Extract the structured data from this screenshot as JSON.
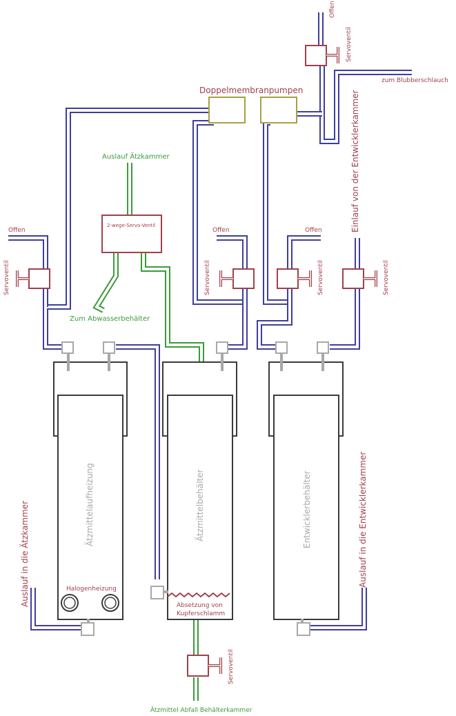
{
  "colors": {
    "pipe_blue": "#3d3d9e",
    "pipe_green": "#3a9a3a",
    "valve_red": "#a0404a",
    "pump_olive": "#a8a040",
    "tank_dark": "#3a3a3a",
    "fitting_grey": "#a8a8a8"
  },
  "labels": {
    "offen_top": "Offen",
    "servoventil_top": "Servoventil",
    "zum_blubberschlauch": "zum Blubberschlauch",
    "doppelmembranpumpen": "Doppelmembranpumpen",
    "einlauf_entwicklerkammer": "Einlauf von der Entwicklerkammer",
    "auslauf_aetzkammer_top": "Auslauf Ätzkammer",
    "zwei_wege_servo_ventil": "2-wege-Servo-Ventil",
    "zum_abwasserbehaelter": "Zum Abwasserbehälter",
    "offen_left": "Offen",
    "servoventil_left": "Servoventil",
    "offen_mid": "Offen",
    "servoventil_mid": "Servoventil",
    "offen_right": "Offen",
    "servoventil_right_a": "Servoventil",
    "servoventil_right_b": "Servoventil",
    "tank1_name": "Ätzmittelaufheizung",
    "halogenheizung": "Halogenheizung",
    "tank2_name": "Ätzmittelbehälter",
    "absetzung_line1": "Absetzung von",
    "absetzung_line2": "Kupferschlamm",
    "tank3_name": "Entwicklerbehälter",
    "auslauf_in_aetzkammer": "Auslauf in die Ätzkammer",
    "auslauf_in_entwicklerkammer": "Auslauf in die Entwicklerkammer",
    "servoventil_bottom": "Servoventil",
    "abfall_behaelterkammer": "Ätzmittel Abfall Behälterkammer"
  }
}
